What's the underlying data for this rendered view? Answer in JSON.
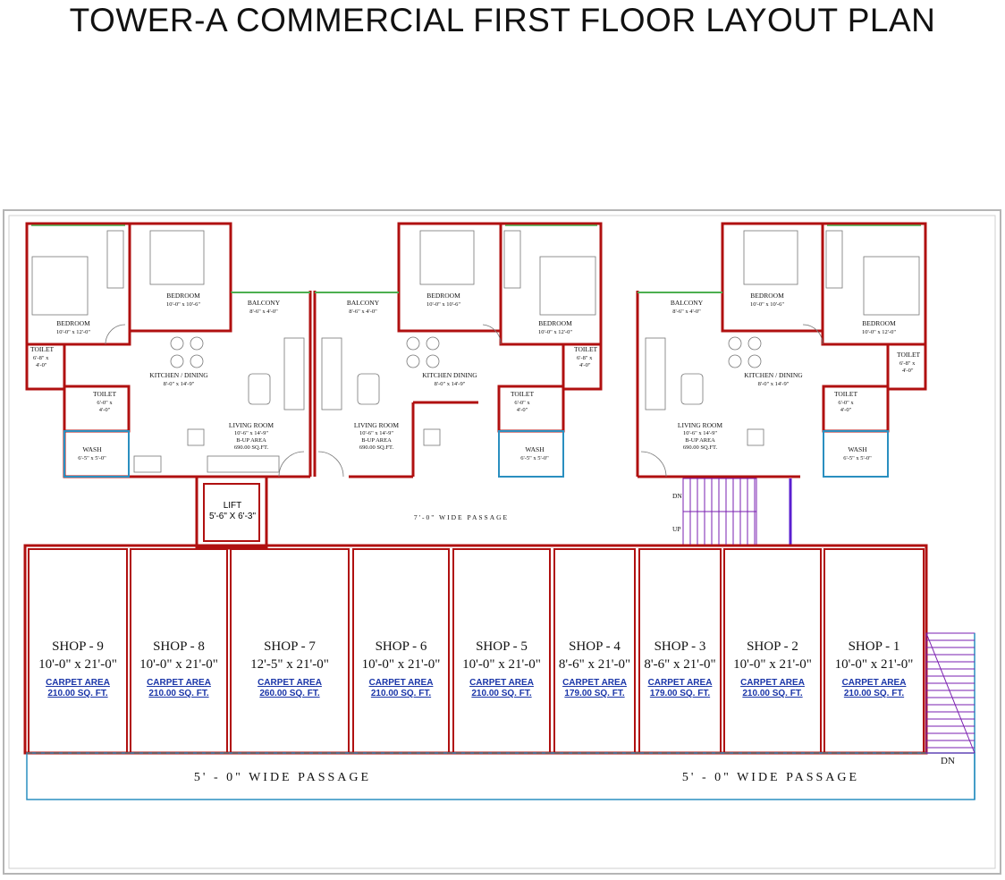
{
  "title": "TOWER-A COMMERCIAL FIRST FLOOR LAYOUT PLAN",
  "colors": {
    "wall": "#b01010",
    "blue": "#1a35a8",
    "stair": "#7a1fb0",
    "cyan": "#2a8fc0",
    "green": "#4caf50"
  },
  "units": {
    "left": {
      "bedroom1": {
        "label": "BEDROOM",
        "dim": "10'-0\" x 12'-0\""
      },
      "bedroom2": {
        "label": "BEDROOM",
        "dim": "10'-0\" x 10'-6\""
      },
      "balcony": {
        "label": "BALCONY",
        "dim": "8'-6\" x 4'-0\""
      },
      "toilet1": {
        "label": "TOILET",
        "dim1": "6'-8\" x",
        "dim2": "4'-0\""
      },
      "kitchen": {
        "label": "KITCHEN / DINING",
        "dim": "8'-0\" x 14'-9\""
      },
      "toilet2": {
        "label": "TOILET",
        "dim1": "6'-0\" x",
        "dim2": "4'-0\""
      },
      "living": {
        "label": "LIVING ROOM",
        "dim": "10'-6\" x 14'-9\"",
        "bup": "B-UP AREA",
        "area": "690.00 SQ.FT."
      },
      "wash": {
        "label": "WASH",
        "dim": "6'-5\" x 5'-0\""
      }
    },
    "middle": {
      "balcony": {
        "label": "BALCONY",
        "dim": "8'-6\" x 4'-0\""
      },
      "bedroom1": {
        "label": "BEDROOM",
        "dim": "10'-0\" x 10'-6\""
      },
      "bedroom2": {
        "label": "BEDROOM",
        "dim": "10'-0\" x 12'-0\""
      },
      "toilet1": {
        "label": "TOILET",
        "dim1": "6'-8\" x",
        "dim2": "4'-0\""
      },
      "kitchen": {
        "label": "KITCHEN  DINING",
        "dim": "8'-0\" x 14'-9\""
      },
      "toilet2": {
        "label": "TOILET",
        "dim1": "6'-0\" x",
        "dim2": "4'-0\""
      },
      "living": {
        "label": "LIVING ROOM",
        "dim": "10'-6\" x 14'-9\"",
        "bup": "B-UP AREA",
        "area": "690.00 SQ.FT."
      },
      "wash": {
        "label": "WASH",
        "dim": "6'-5\" x 5'-0\""
      }
    },
    "right": {
      "balcony": {
        "label": "BALCONY",
        "dim": "8'-6\" x 4'-0\""
      },
      "bedroom1": {
        "label": "BEDROOM",
        "dim": "10'-0\" x 10'-6\""
      },
      "bedroom2": {
        "label": "BEDROOM",
        "dim": "10'-0\" x 12'-0\""
      },
      "toilet1": {
        "label": "TOILET",
        "dim1": "6'-8\" x",
        "dim2": "4'-0\""
      },
      "kitchen": {
        "label": "KITCHEN / DINING",
        "dim": "8'-0\" x 14'-9\""
      },
      "toilet2": {
        "label": "TOILET",
        "dim1": "6'-0\" x",
        "dim2": "4'-0\""
      },
      "living": {
        "label": "LIVING ROOM",
        "dim": "10'-6\" x 14'-9\"",
        "bup": "B-UP AREA",
        "area": "690.00 SQ.FT."
      },
      "wash": {
        "label": "WASH",
        "dim": "6'-5\" x 5'-0\""
      }
    }
  },
  "lift": {
    "label": "LIFT",
    "dim": "5'-6\" X 6'-3\""
  },
  "upper_passage": "7'-0\" WIDE PASSAGE",
  "stair": {
    "dn": "DN",
    "up": "UP"
  },
  "side_stair": {
    "dn": "DN"
  },
  "shops": [
    {
      "name": "SHOP - 9",
      "dim": "10'-0\" x 21'-0\"",
      "carpet_label": "CARPET AREA",
      "area": "210.00 SQ. FT."
    },
    {
      "name": "SHOP - 8",
      "dim": "10'-0\" x 21'-0\"",
      "carpet_label": "CARPET AREA",
      "area": "210.00 SQ. FT."
    },
    {
      "name": "SHOP - 7",
      "dim": "12'-5\" x 21'-0\"",
      "carpet_label": "CARPET AREA",
      "area": "260.00 SQ. FT."
    },
    {
      "name": "SHOP - 6",
      "dim": "10'-0\" x 21'-0\"",
      "carpet_label": "CARPET AREA",
      "area": "210.00 SQ. FT."
    },
    {
      "name": "SHOP - 5",
      "dim": "10'-0\" x 21'-0\"",
      "carpet_label": "CARPET AREA",
      "area": "210.00 SQ. FT."
    },
    {
      "name": "SHOP - 4",
      "dim": "8'-6\" x 21'-0\"",
      "carpet_label": "CARPET AREA",
      "area": "179.00 SQ. FT."
    },
    {
      "name": "SHOP - 3",
      "dim": "8'-6\" x 21'-0\"",
      "carpet_label": "CARPET AREA",
      "area": "179.00 SQ. FT."
    },
    {
      "name": "SHOP - 2",
      "dim": "10'-0\" x 21'-0\"",
      "carpet_label": "CARPET AREA",
      "area": "210.00 SQ. FT."
    },
    {
      "name": "SHOP - 1",
      "dim": "10'-0\" x 21'-0\"",
      "carpet_label": "CARPET AREA",
      "area": "210.00 SQ. FT."
    }
  ],
  "lower_passage": {
    "left": "5' - 0\"  WIDE PASSAGE",
    "right": "5' - 0\"  WIDE PASSAGE"
  }
}
